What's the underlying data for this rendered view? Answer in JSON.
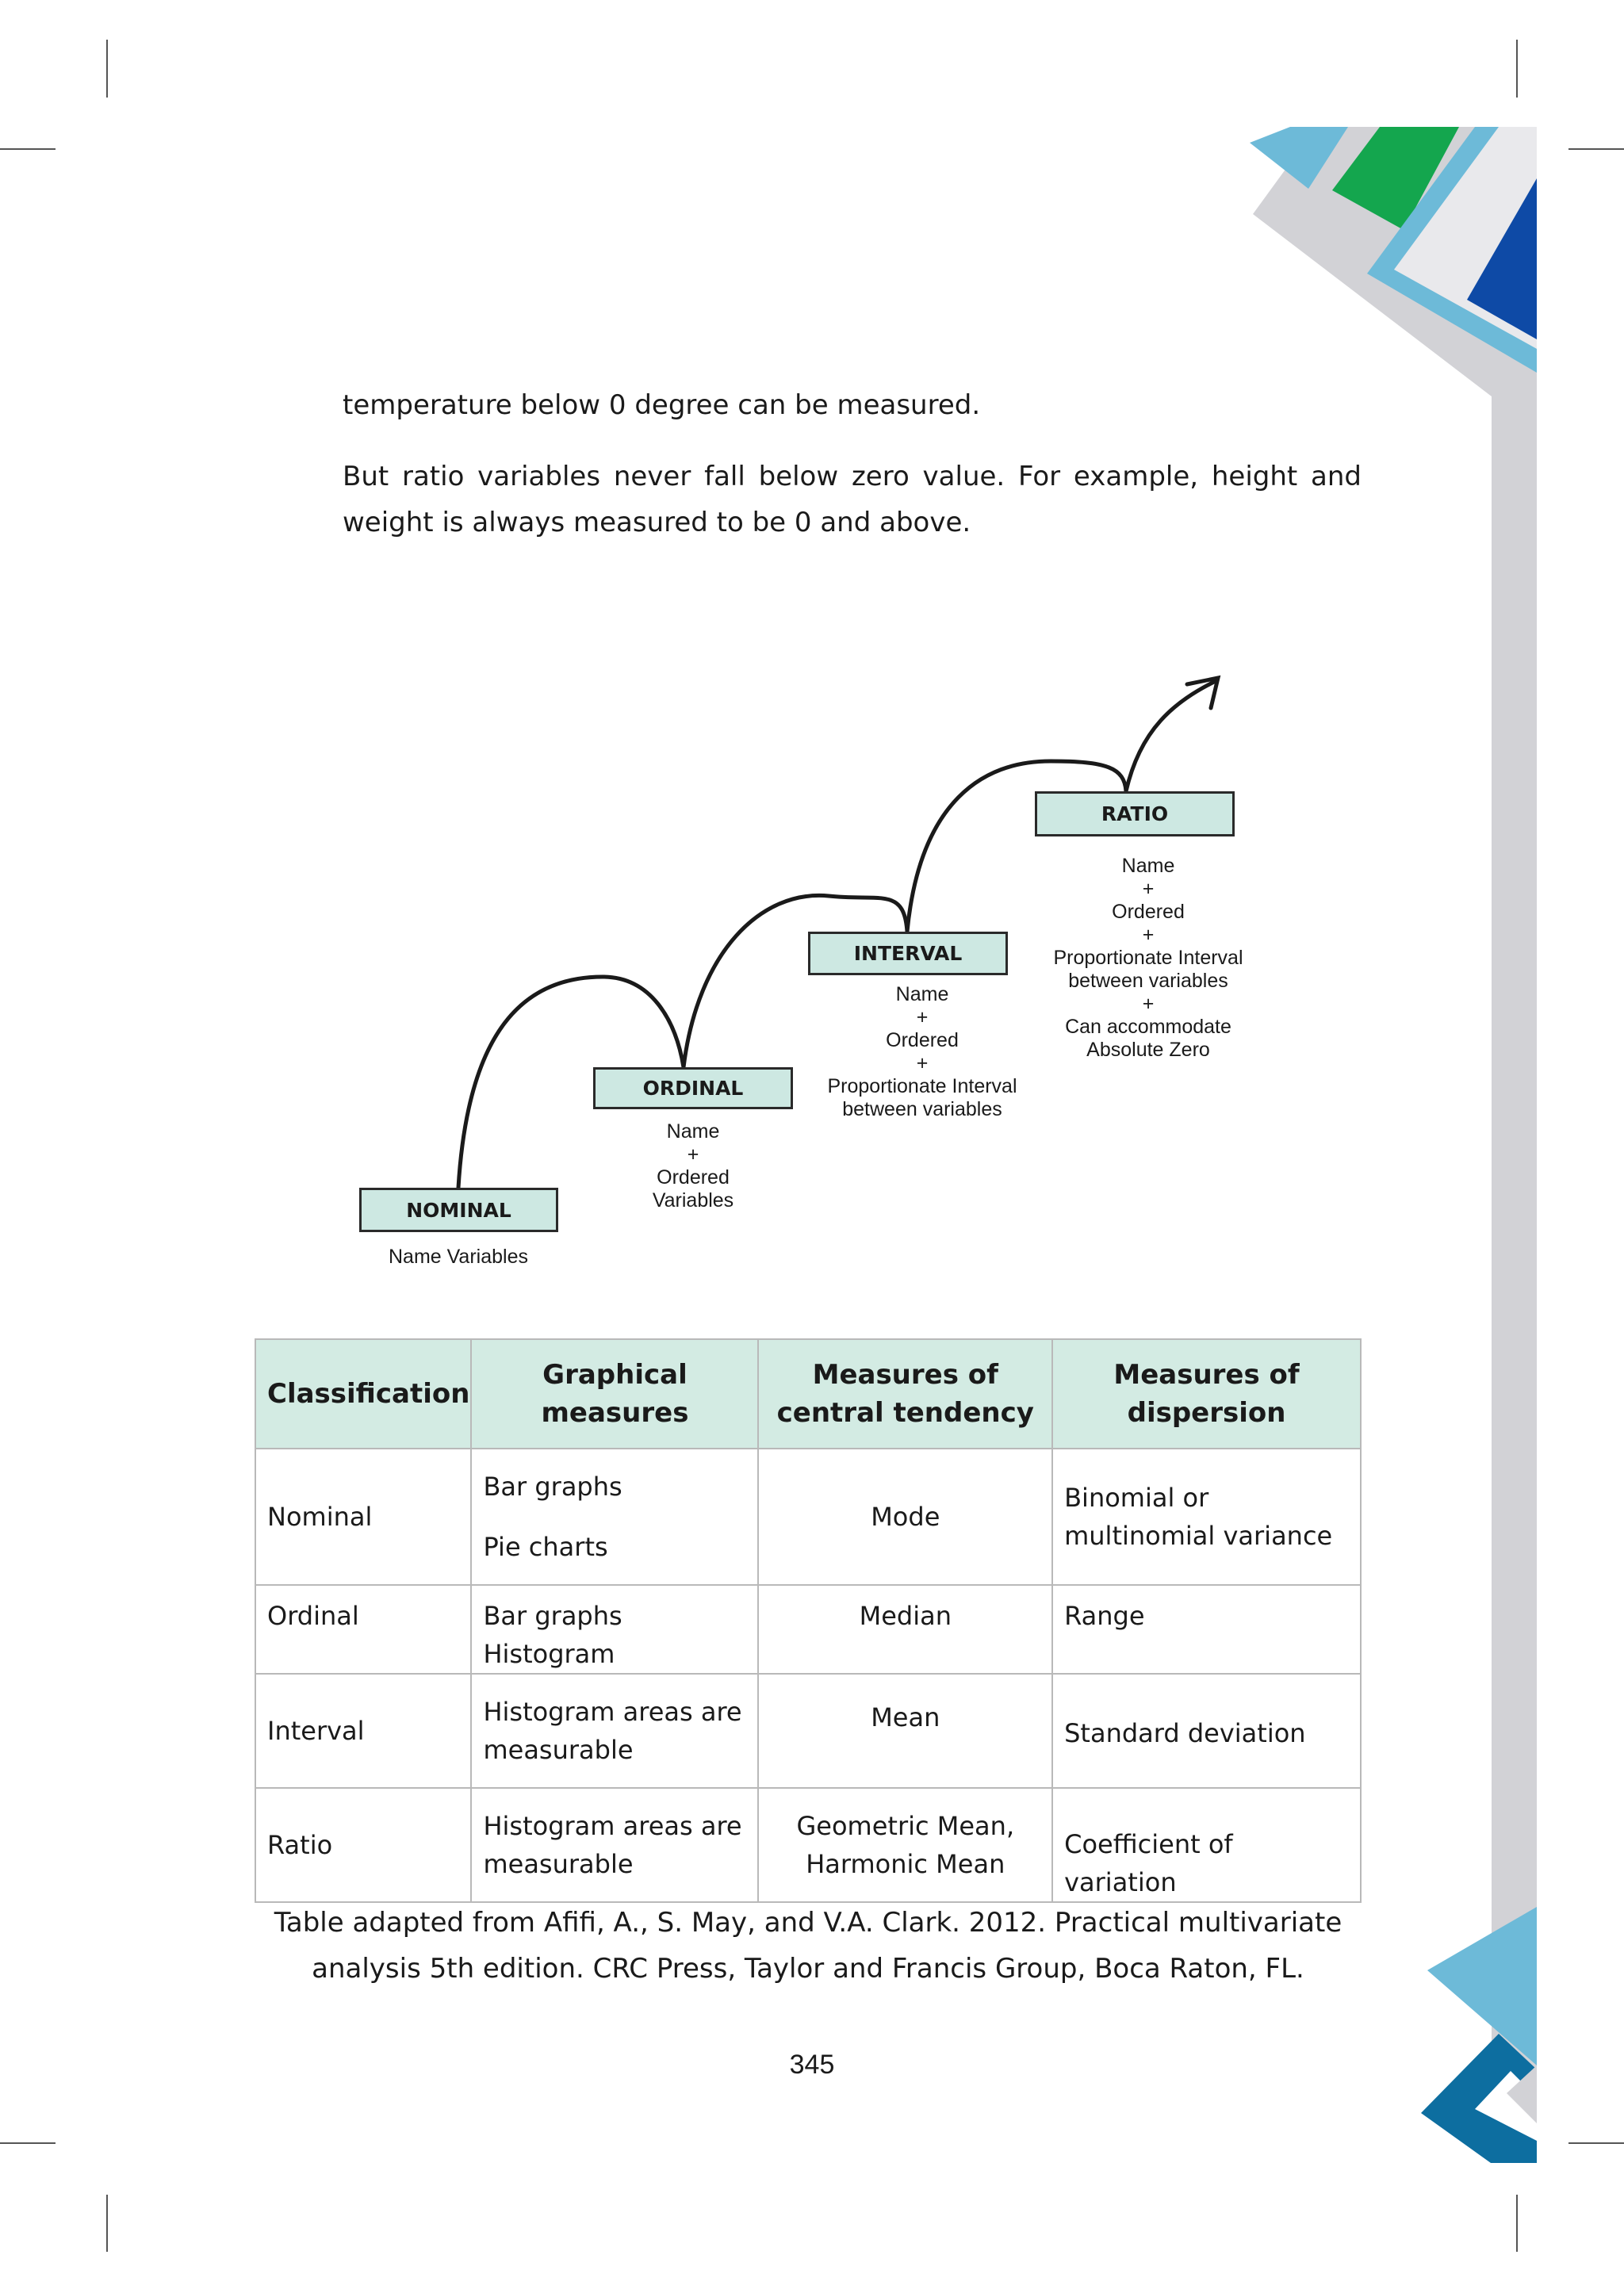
{
  "body": {
    "para1": "temperature below 0 degree can be measured.",
    "para2_line1": "But ratio variables never fall below zero value. For example, height and",
    "para2_line2": "weight is always measured to be 0 and above."
  },
  "diagram": {
    "steps": [
      {
        "label": "NOMINAL",
        "desc": "Name Variables"
      },
      {
        "label": "ORDINAL",
        "desc": "Name\n+\nOrdered\nVariables"
      },
      {
        "label": "INTERVAL",
        "desc": "Name\n+\nOrdered\n+\nProportionate Interval\nbetween variables"
      },
      {
        "label": "RATIO",
        "desc": "Name\n+\nOrdered\n+\nProportionate Interval\nbetween variables\n+\nCan accommodate\nAbsolute Zero"
      }
    ]
  },
  "table": {
    "headers": [
      "Classification",
      "Graphical measures",
      "Measures of central tendency",
      "Measures of dispersion"
    ],
    "rows": [
      {
        "classification": "Nominal",
        "graphical": [
          "Bar graphs",
          "Pie charts"
        ],
        "central": "Mode",
        "dispersion": "Binomial or multinomial variance"
      },
      {
        "classification": "Ordinal",
        "graphical": [
          "Bar graphs Histogram"
        ],
        "central": "Median",
        "dispersion": "Range"
      },
      {
        "classification": "Interval",
        "graphical": [
          "Histogram areas are measurable"
        ],
        "central": "Mean",
        "dispersion": "Standard deviation"
      },
      {
        "classification": "Ratio",
        "graphical": [
          "Histogram areas are measurable"
        ],
        "central": "Geometric Mean, Harmonic Mean",
        "dispersion": "Coefficient of variation"
      }
    ]
  },
  "caption": {
    "line1": "Table adapted from Afifi, A., S. May, and V.A. Clark. 2012. Practical multivariate",
    "line2": "analysis 5th edition. CRC Press, Taylor and Francis Group, Boca Raton, FL."
  },
  "page_number": "345",
  "colors": {
    "box_fill": "#cde8e2",
    "header_fill": "#d3ebe3",
    "deco_blue": "#6dbad8",
    "deco_green": "#14a64e",
    "deco_navy": "#0e4aa6",
    "deco_grey": "#d2d2d6",
    "deco_teal": "#0d6ea0"
  }
}
